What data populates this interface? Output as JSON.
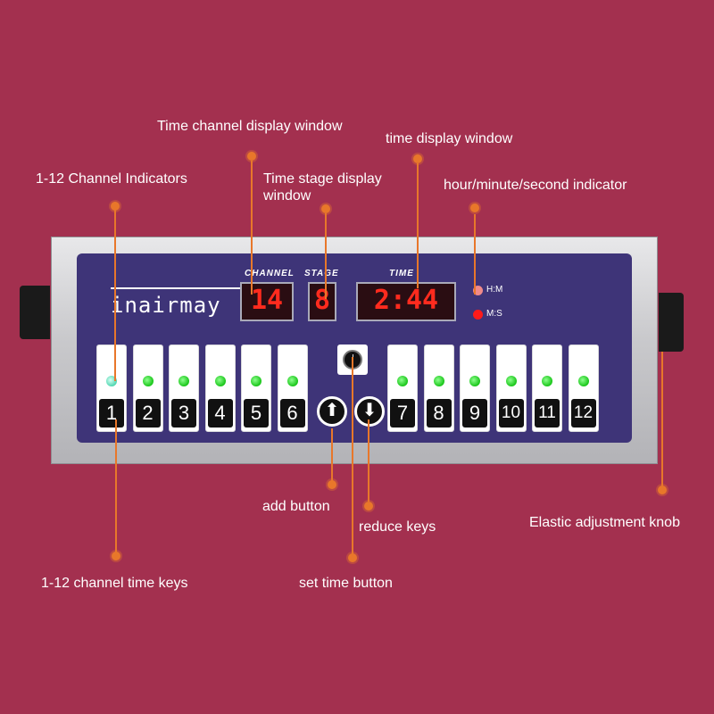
{
  "callouts": {
    "time_channel_display": "Time channel display window",
    "time_display": "time display window",
    "channel_indicators": "1-12 Channel Indicators",
    "time_stage_display_line1": "Time stage display",
    "time_stage_display_line2": "window",
    "hms_indicator": "hour/minute/second indicator",
    "add_button": "add button",
    "reduce_keys": "reduce keys",
    "elastic_knob": "Elastic adjustment knob",
    "channel_time_keys": "1-12 channel time keys",
    "set_time_button": "set time button"
  },
  "device": {
    "brand": "inairmay",
    "labels": {
      "channel": "CHANNEL",
      "stage": "STAGE",
      "time": "TIME"
    },
    "displays": {
      "channel": "14",
      "stage": "8",
      "time": "2:44"
    },
    "indicators": {
      "hm": "H:M",
      "ms": "M:S"
    },
    "keys_left": [
      "1",
      "2",
      "3",
      "4",
      "5",
      "6"
    ],
    "keys_right": [
      "7",
      "8",
      "9",
      "10",
      "11",
      "12"
    ],
    "add_symbol": "⬆",
    "reduce_symbol": "⬇"
  },
  "colors": {
    "background": "#a3304f",
    "panel": "#3e3478",
    "accent": "#e8772a",
    "lcd_digits": "#ff2b1e",
    "channel_led": "#18c518"
  }
}
